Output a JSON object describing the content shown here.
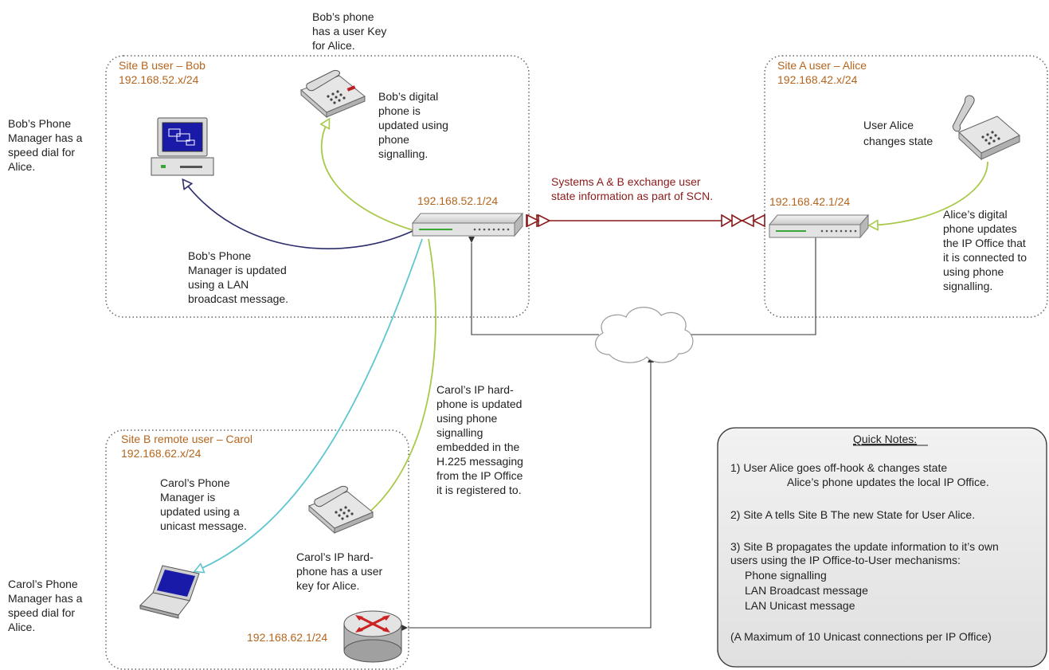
{
  "sites": {
    "site_b": {
      "title": "Site B user – Bob",
      "subnet": "192.168.52.x/24"
    },
    "site_a": {
      "title": "Site A user – Alice",
      "subnet": "192.168.42.x/24"
    },
    "site_b_remote": {
      "title": "Site B remote user – Carol",
      "subnet": "192.168.62.x/24"
    }
  },
  "devices": {
    "switch_b_ip": "192.168.52.1/24",
    "switch_a_ip": "192.168.42.1/24",
    "router_c_ip": "192.168.62.1/24"
  },
  "labels": {
    "bob_phone_key": [
      "Bob’s phone",
      "has a user Key",
      "for Alice."
    ],
    "bob_digital": [
      "Bob’s digital",
      "phone is",
      "updated using",
      "phone",
      "signalling."
    ],
    "bob_pm_speed": [
      "Bob’s Phone",
      "Manager has a",
      "speed dial for",
      "Alice."
    ],
    "bob_pm_updated": [
      "Bob’s Phone",
      "Manager is updated",
      "using a LAN",
      "broadcast message."
    ],
    "exchange": [
      "Systems A & B exchange user",
      "state information as part of SCN."
    ],
    "alice_changes": [
      "User Alice",
      "changes state"
    ],
    "alice_digital": [
      "Alice’s digital",
      "phone updates",
      "the IP Office that",
      "it is connected to",
      "using phone",
      "signalling."
    ],
    "carol_ip_updated": [
      "Carol’s IP hard-",
      "phone is updated",
      "using phone",
      "signalling",
      "embedded in the",
      "H.225 messaging",
      "from the IP Office",
      "it is registered to."
    ],
    "carol_pm_updated": [
      "Carol’s Phone",
      "Manager is",
      "updated using a",
      "unicast message."
    ],
    "carol_ip_key": [
      "Carol’s IP hard-",
      "phone has a user",
      "key for Alice."
    ],
    "carol_pm_speed": [
      "Carol’s Phone",
      "Manager has a",
      "speed dial for",
      "Alice."
    ]
  },
  "quick_notes": {
    "title": "Quick Notes:",
    "n1a": "1)  User Alice goes off-hook & changes state",
    "n1b": "Alice’s phone updates the local IP Office.",
    "n2": "2)  Site A tells Site B The new State for User Alice.",
    "n3a": "3)  Site B propagates the update information to it’s own",
    "n3b": "users using the IP Office-to-User mechanisms:",
    "mechanisms": [
      "Phone signalling",
      "LAN Broadcast message",
      "LAN Unicast message"
    ],
    "max": "(A Maximum of 10 Unicast connections per IP Office)"
  },
  "colors": {
    "site_text": "#b5651d",
    "exchange_arrow": "#8b1a1a",
    "signalling_green": "#a8c94a",
    "broadcast_navy": "#2c2c6e",
    "unicast_cyan": "#5fc6d0",
    "notes_bg": "#ececec"
  },
  "icons": {
    "bob_pc": "desktop-computer-icon",
    "bob_phone": "desk-phone-icon",
    "alice_phone": "handset-phone-icon",
    "switch_b": "network-switch-icon",
    "switch_a": "network-switch-icon",
    "cloud": "cloud-icon",
    "carol_phone": "desk-phone-icon",
    "carol_laptop": "laptop-icon",
    "router": "router-icon"
  }
}
